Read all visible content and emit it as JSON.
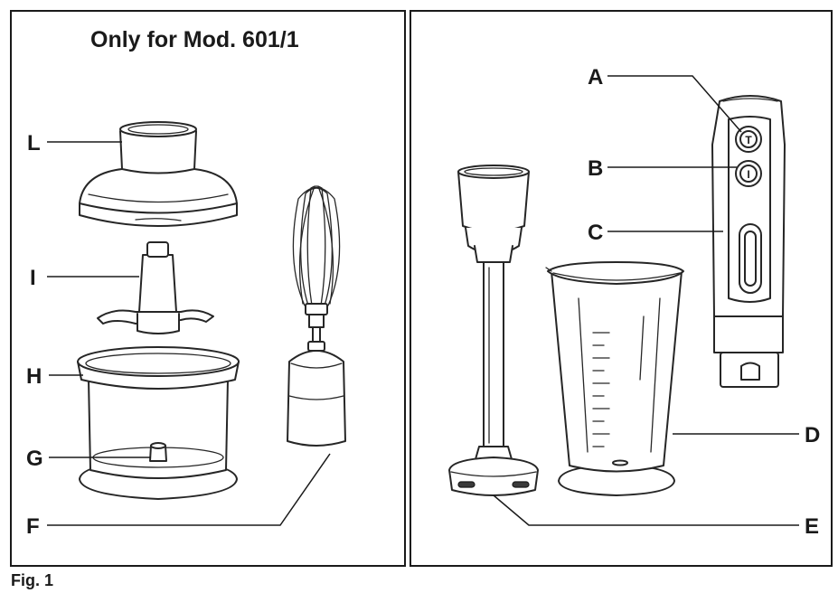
{
  "figure": {
    "left_panel_title": "Only for Mod. 601/1",
    "caption": "Fig. 1"
  },
  "callouts": {
    "A": "A",
    "B": "B",
    "C": "C",
    "D": "D",
    "E": "E",
    "F": "F",
    "G": "G",
    "H": "H",
    "I": "I",
    "L": "L"
  },
  "icons": {
    "button_A": "turbo-speed-button-icon",
    "button_B": "normal-speed-button-icon"
  }
}
